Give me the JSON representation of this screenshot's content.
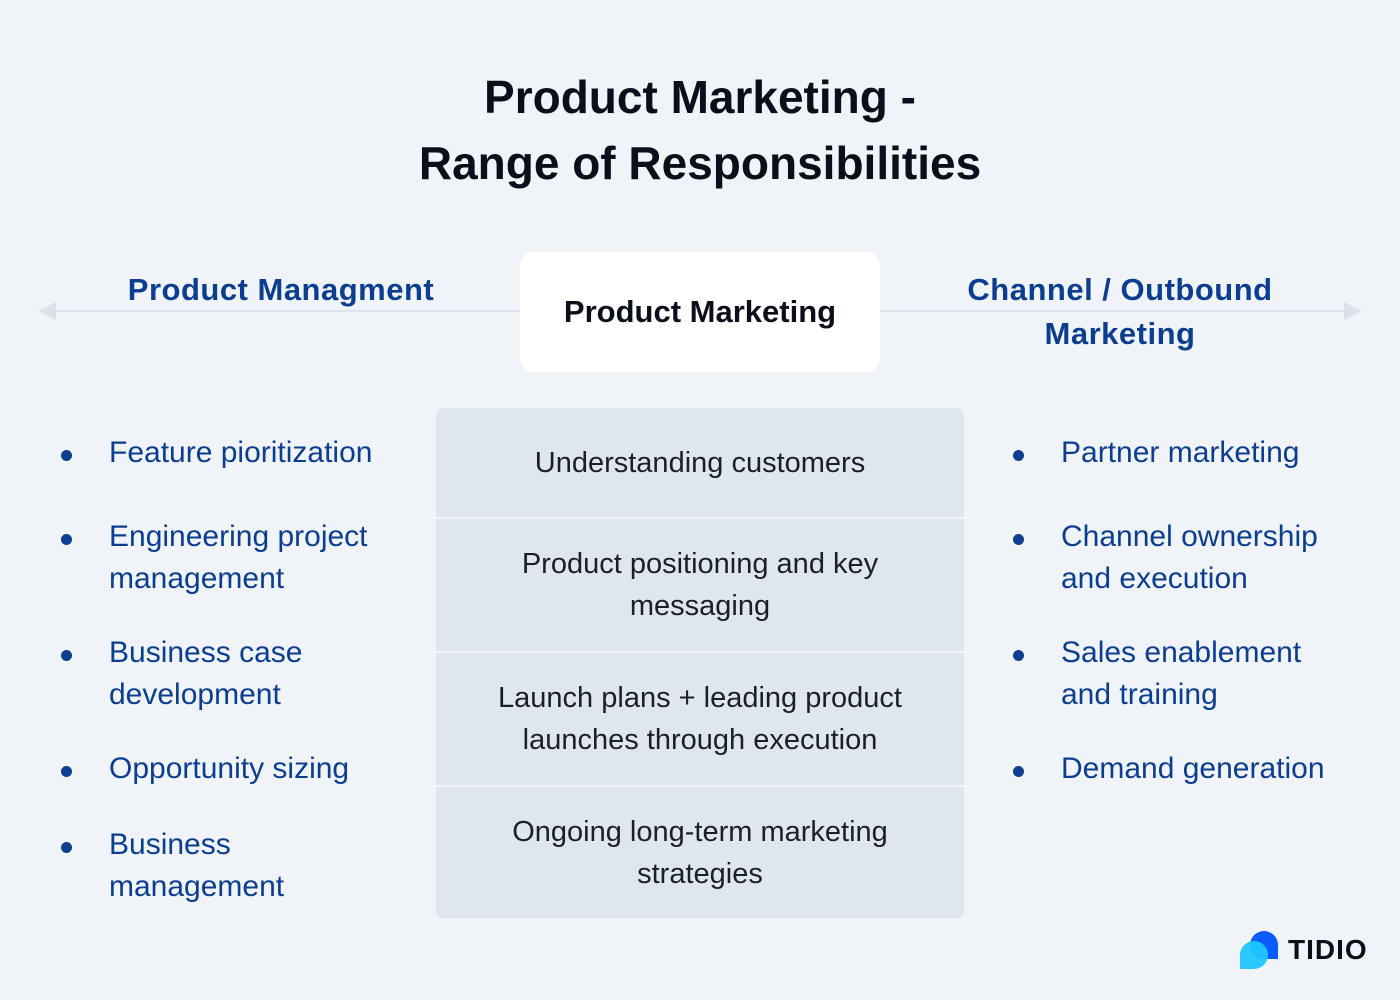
{
  "title": {
    "line1": "Product Marketing -",
    "line2": "Range of Responsibilities"
  },
  "left": {
    "heading": "Product Managment",
    "items": [
      "Feature pioritization",
      "Engineering project management",
      "Business case development",
      "Opportunity sizing",
      "Business management"
    ]
  },
  "center": {
    "heading": "Product Marketing",
    "items": [
      "Understanding customers",
      "Product positioning and key messaging",
      "Launch plans + leading product launches through execution",
      "Ongoing long-term marketing strategies"
    ]
  },
  "right": {
    "heading": "Channel / Outbound Marketing",
    "items": [
      "Partner marketing",
      "Channel ownership and execution",
      "Sales enablement and training",
      "Demand generation"
    ]
  },
  "logo": {
    "text": "TIDIO",
    "colors": {
      "primary": "#0a5cff",
      "secondary": "#1ec6ff"
    }
  },
  "colors": {
    "background": "#f0f4f8",
    "accent_text": "#0b3d91",
    "panel": "#e0e6ee",
    "card": "#ffffff",
    "axis": "#dbe2ea"
  }
}
